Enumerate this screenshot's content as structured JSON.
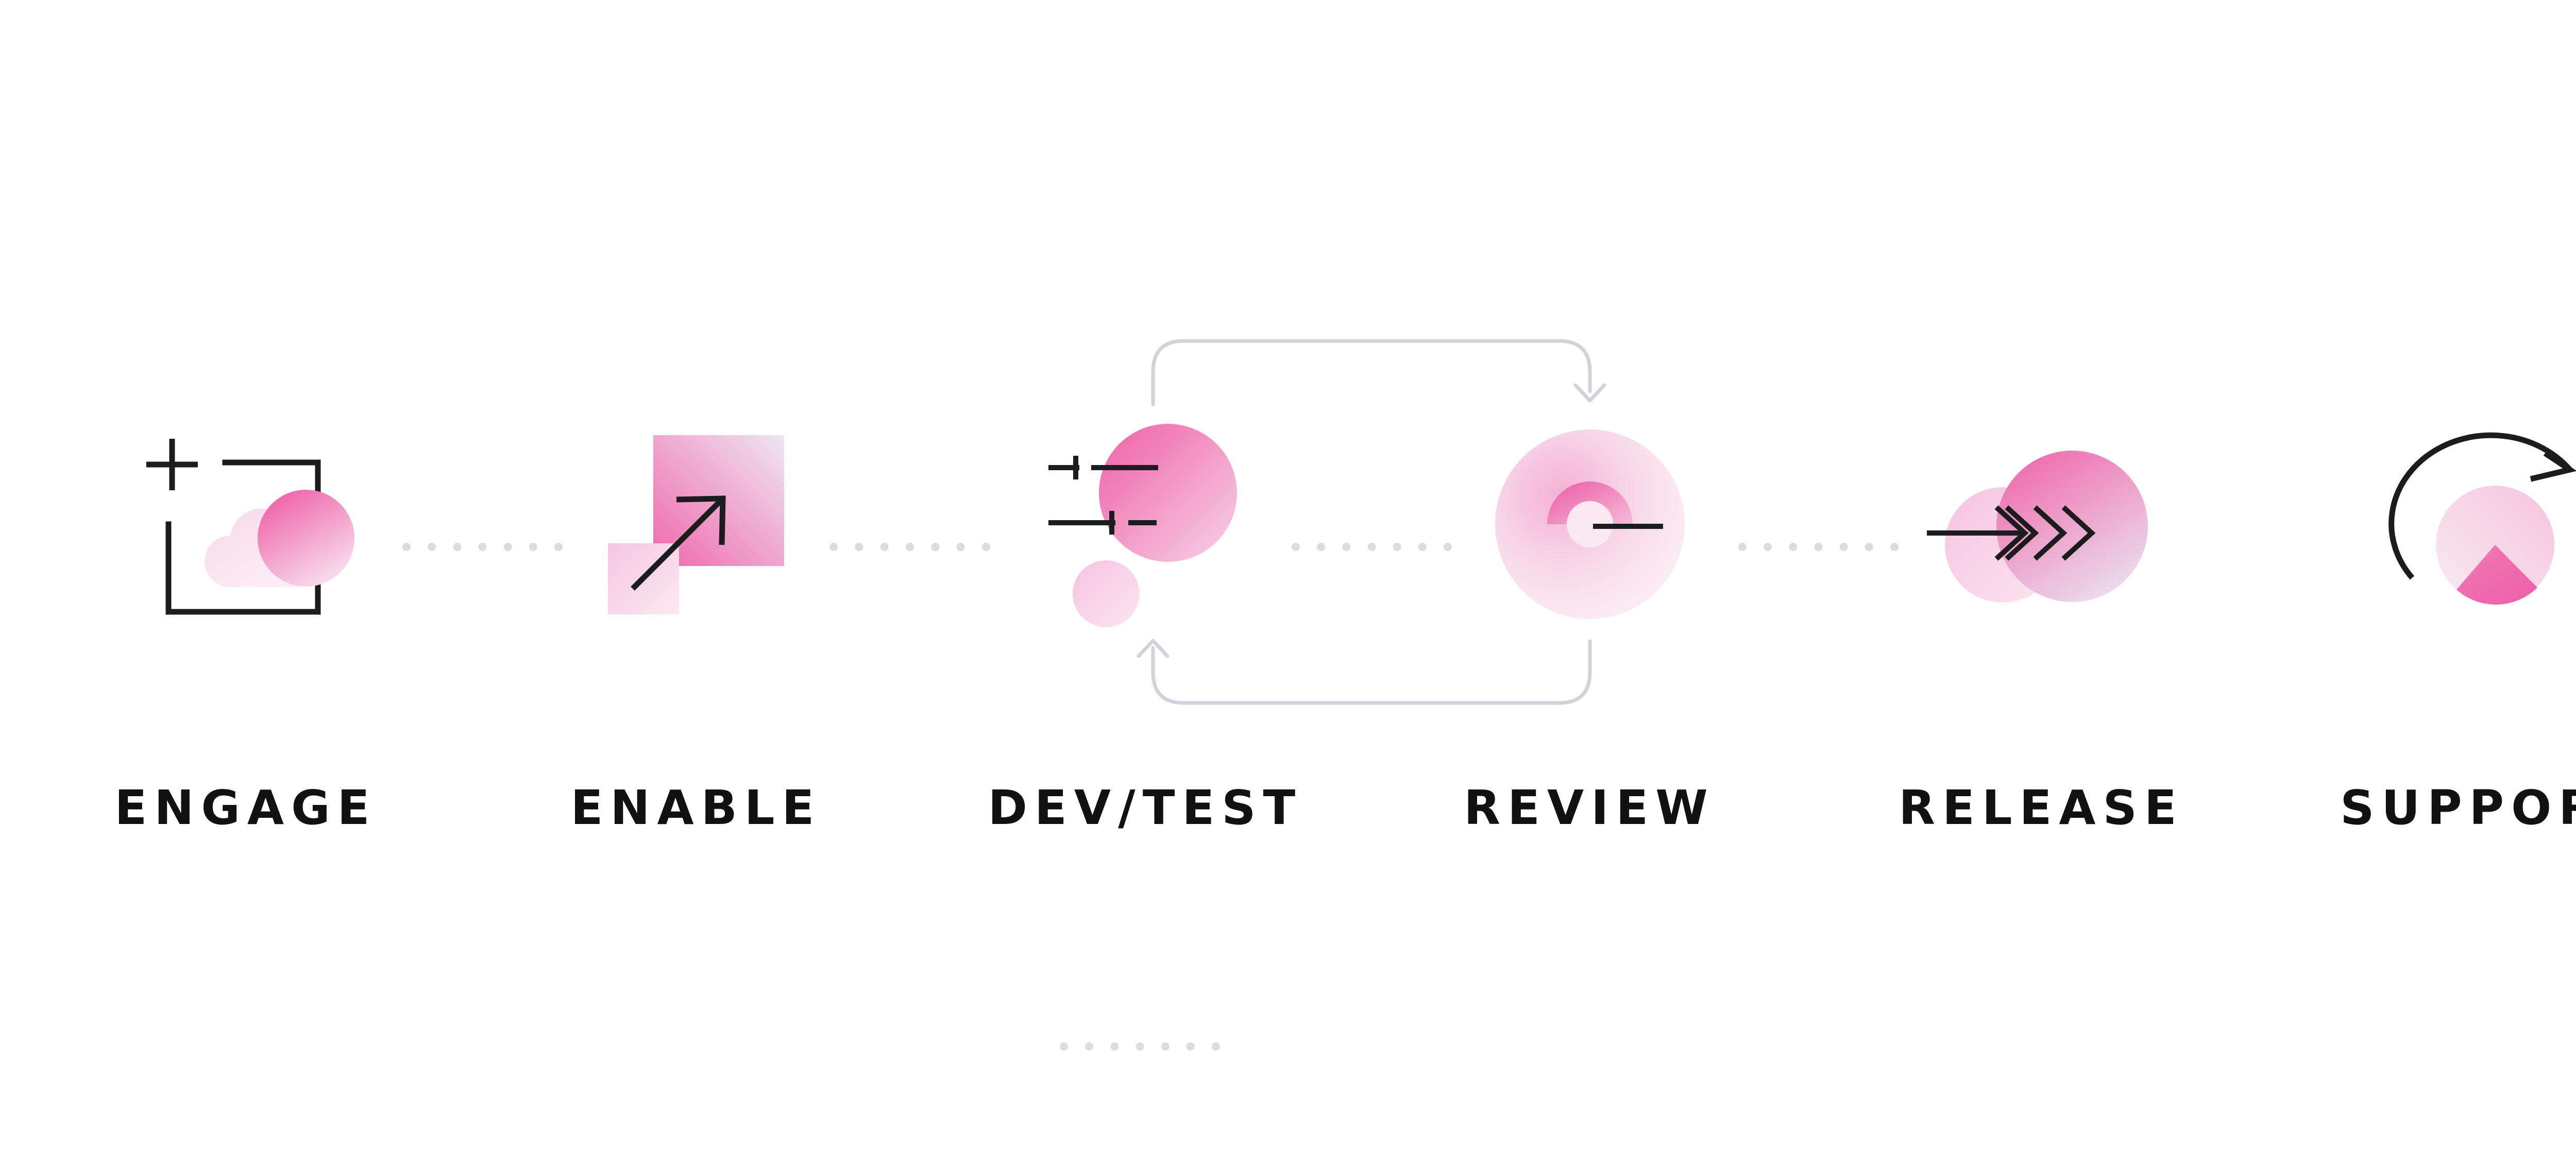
{
  "colors": {
    "accent_pink": "#ee5fa7",
    "pale_pink": "#f8dceb",
    "stroke_dark": "#1c1c1e",
    "loop_gray": "#d2d3da",
    "dot_gray": "#dcdcdc",
    "label": "#111111"
  },
  "stages": [
    {
      "label": "ENGAGE",
      "icon": "engage-cloud-frame-icon"
    },
    {
      "label": "ENABLE",
      "icon": "enable-arrow-squares-icon"
    },
    {
      "label": "DEV/TEST",
      "icon": "devtest-sliders-circles-icon"
    },
    {
      "label": "REVIEW",
      "icon": "review-target-icon"
    },
    {
      "label": "RELEASE",
      "icon": "release-chevrons-icon"
    },
    {
      "label": "SUPPORT",
      "icon": "support-refresh-dial-icon"
    }
  ],
  "loop": {
    "between": [
      "DEV/TEST",
      "REVIEW"
    ],
    "icon": "feedback-loop-arrows-icon"
  }
}
